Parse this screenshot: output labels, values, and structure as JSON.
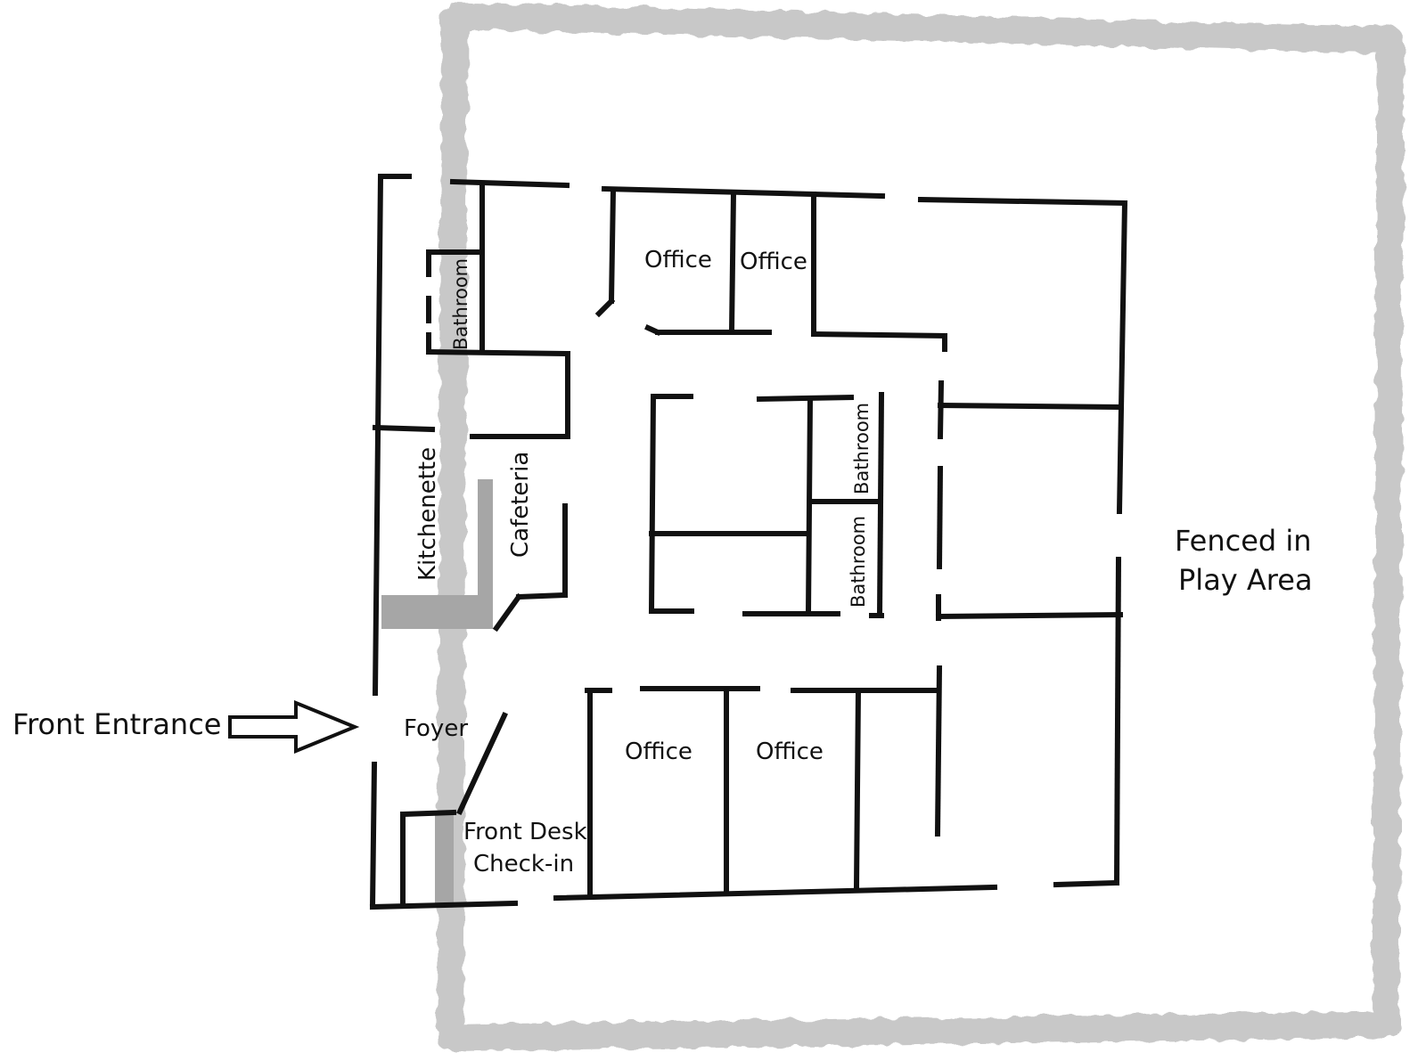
{
  "colors": {
    "wall": "#111111",
    "fence": "#c8c8c8",
    "counter": "#a6a6a6",
    "background": "#ffffff"
  },
  "labels": {
    "front_entrance": "Front Entrance",
    "foyer": "Foyer",
    "front_desk_line1": "Front Desk",
    "front_desk_line2": "Check-in",
    "kitchenette": "Kitchenette",
    "cafeteria": "Cafeteria",
    "bathroom_top_left": "Bathroom",
    "bathroom_center_upper": "Bathroom",
    "bathroom_center_lower": "Bathroom",
    "office_top_1": "Office",
    "office_top_2": "Office",
    "office_bottom_1": "Office",
    "office_bottom_2": "Office",
    "play_area_line1": "Fenced in",
    "play_area_line2": "Play Area"
  },
  "icons": {
    "entrance_arrow": "right-arrow-outline-icon"
  }
}
